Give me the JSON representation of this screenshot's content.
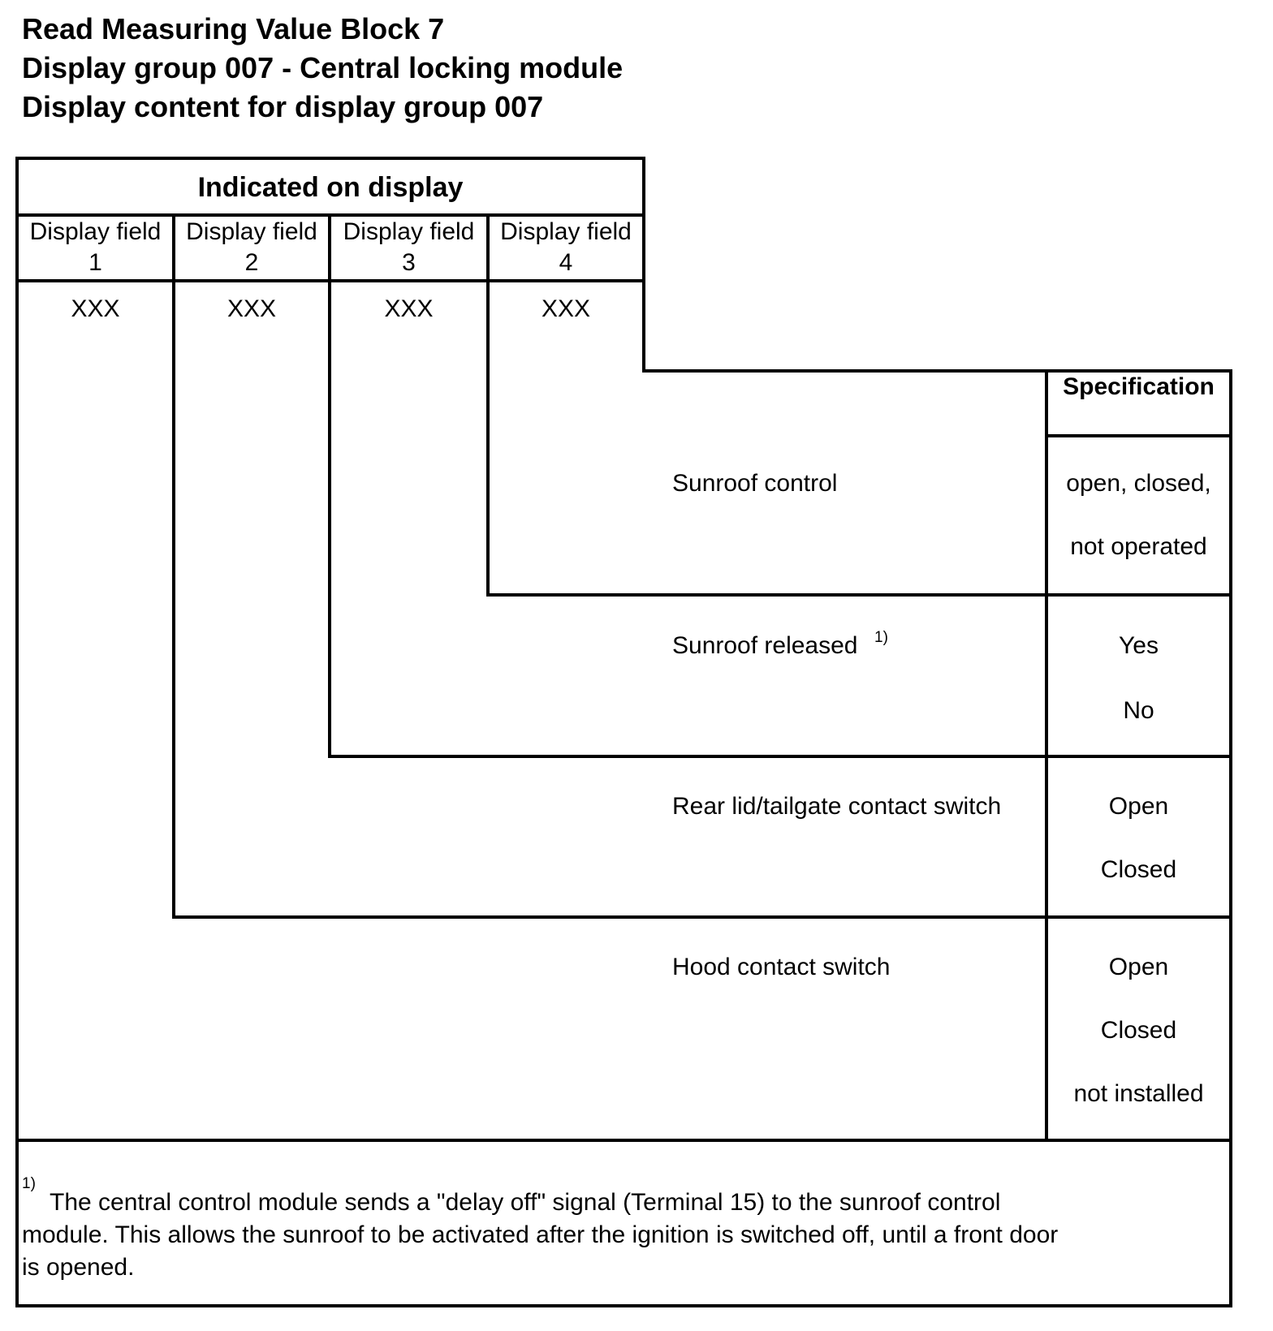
{
  "title": {
    "line1": "Read Measuring Value Block 7",
    "line2": "Display group 007 - Central locking module",
    "line3": "Display content for display group 007"
  },
  "table": {
    "header": "Indicated on display",
    "fields": [
      {
        "label": "Display field",
        "number": "1",
        "value": "XXX"
      },
      {
        "label": "Display field",
        "number": "2",
        "value": "XXX"
      },
      {
        "label": "Display field",
        "number": "3",
        "value": "XXX"
      },
      {
        "label": "Display field",
        "number": "4",
        "value": "XXX"
      }
    ],
    "specification_header": "Specification",
    "rows": [
      {
        "description": "Sunroof control",
        "footnote": "",
        "values": [
          "open, closed,",
          "not operated"
        ]
      },
      {
        "description": "Sunroof released",
        "footnote": "1)",
        "values": [
          "Yes",
          "No"
        ]
      },
      {
        "description": "Rear lid/tailgate contact switch",
        "footnote": "",
        "values": [
          "Open",
          "Closed"
        ]
      },
      {
        "description": "Hood contact switch",
        "footnote": "",
        "values": [
          "Open",
          "Closed",
          "not installed"
        ]
      }
    ]
  },
  "footnote": {
    "marker": "1)",
    "line1": "The central control module sends a \"delay off\" signal (Terminal 15) to the sunroof control",
    "line2": "module. This allows the sunroof to be activated after the ignition is switched off, until a front door",
    "line3": "is opened."
  }
}
